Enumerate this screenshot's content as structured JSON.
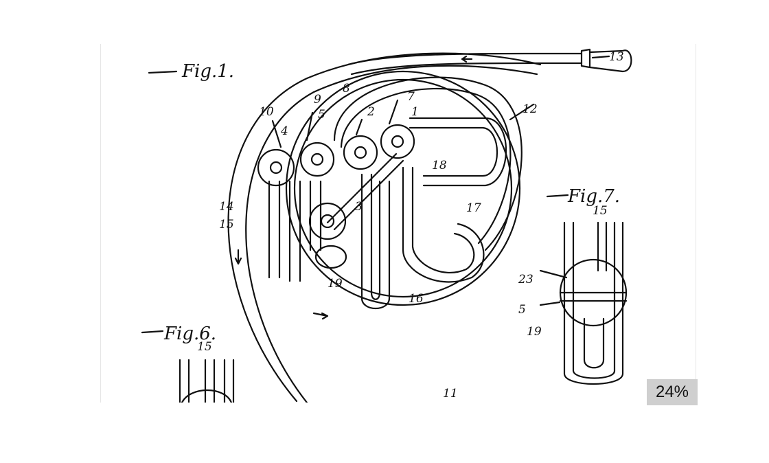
{
  "viewer": {
    "zoom_label": "24%"
  },
  "drawing": {
    "figures": {
      "fig1": "Fig.1.",
      "fig6": "Fig.6.",
      "fig7": "Fig.7."
    },
    "ref_labels": {
      "r1": "1",
      "r2": "2",
      "r4": "4",
      "r5": "5",
      "r5b": "5",
      "r7": "7",
      "r8": "8",
      "r9": "9",
      "r10": "10",
      "r11": "11",
      "r12": "12",
      "r13": "13",
      "r14": "14",
      "r15a": "15",
      "r15b": "15",
      "r15c": "15",
      "r16": "16",
      "r17": "17",
      "r18": "18",
      "r19": "19",
      "r19b": "19",
      "r23": "23",
      "r3": "3"
    }
  }
}
